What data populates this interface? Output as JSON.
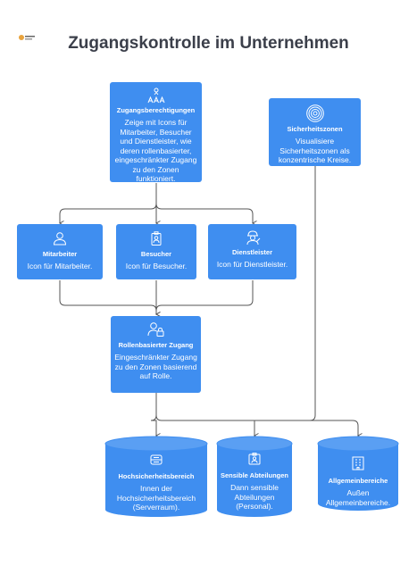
{
  "page": {
    "title": "Zugangskontrolle im Unternehmen"
  },
  "nodes": {
    "zugang": {
      "icon": "people-access-icon",
      "title": "Zugangsberechtigungen",
      "desc": "Zeige mit Icons für Mitarbeiter, Besucher und Dienstleister, wie deren rollenbasierter, eingeschränkter Zugang zu den Zonen funktioniert."
    },
    "sicherheitszonen": {
      "icon": "concentric-circles-icon",
      "title": "Sicherheitszonen",
      "desc": "Visualisiere Sicherheitszonen als konzentrische Kreise."
    },
    "mitarbeiter": {
      "icon": "person-icon",
      "title": "Mitarbeiter",
      "desc": "Icon für Mitarbeiter."
    },
    "besucher": {
      "icon": "badge-icon",
      "title": "Besucher",
      "desc": "Icon für Besucher."
    },
    "dienstleister": {
      "icon": "worker-icon",
      "title": "Dienstleister",
      "desc": "Icon für Dienstleister."
    },
    "rollen": {
      "icon": "user-lock-icon",
      "title": "Rollenbasierter Zugang",
      "desc": "Eingeschränkter Zugang zu den Zonen basierend auf Rolle."
    },
    "hochsicherheit": {
      "icon": "server-icon",
      "title": "Hochsicherheitsbereich",
      "desc": "Innen der Hochsicherheitsbereich (Serverraum)."
    },
    "sensible": {
      "icon": "id-card-icon",
      "title": "Sensible Abteilungen",
      "desc": "Dann sensible Abteilungen (Personal)."
    },
    "allgemein": {
      "icon": "building-icon",
      "title": "Allgemeinbereiche",
      "desc": "Außen Allgemeinbereiche."
    }
  },
  "colors": {
    "node": "#3f8ef0",
    "cylinder_top": "#5a9ff3",
    "connector": "#555555",
    "title": "#3b3f4a"
  }
}
